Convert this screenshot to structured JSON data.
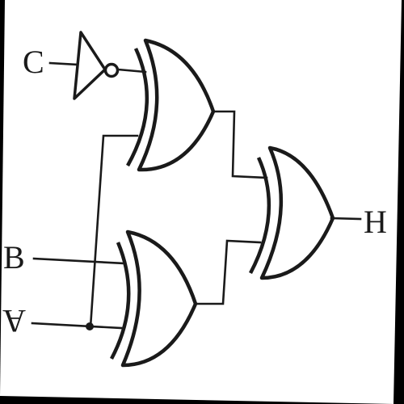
{
  "diagram": {
    "labels": {
      "input_c": "C",
      "input_b": "B",
      "input_a": "A",
      "output_h": "H"
    },
    "gates": [
      {
        "type": "NOT",
        "input": "C"
      },
      {
        "type": "XOR",
        "inputs": [
          "NOT C",
          "A"
        ]
      },
      {
        "type": "XOR",
        "inputs": [
          "B",
          "A"
        ]
      },
      {
        "type": "XOR",
        "inputs": [
          "XOR1",
          "XOR2"
        ],
        "output": "H"
      }
    ],
    "colors": {
      "background": "#000000",
      "page": "#ffffff",
      "ink": "#1a1a1a"
    }
  }
}
